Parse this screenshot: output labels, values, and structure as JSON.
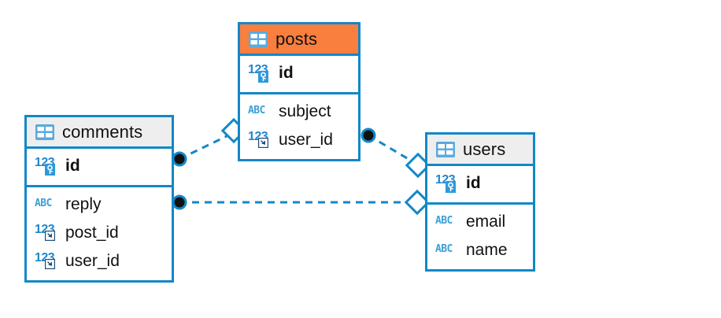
{
  "diagram": {
    "title": "database-er-diagram",
    "background": "#ffffff",
    "line_color": "#1288c8",
    "header_default_color": "#eeeeee",
    "header_accent_color": "#f97f3f",
    "border_color": "#1288c8"
  },
  "icons": {
    "table": "table-icon",
    "integer": "123",
    "text": "ABC",
    "primary_key_badge": "key-icon",
    "foreign_key_badge": "foreign-key-icon"
  },
  "entities": [
    {
      "id": "comments",
      "name": "comments",
      "header_color": "#eeeeee",
      "keys": [
        {
          "name": "id",
          "type": "integer",
          "type_label": "123",
          "key": "PK"
        }
      ],
      "fields": [
        {
          "name": "reply",
          "type": "text",
          "type_label": "ABC",
          "key": ""
        },
        {
          "name": "post_id",
          "type": "integer",
          "type_label": "123",
          "key": "FK"
        },
        {
          "name": "user_id",
          "type": "integer",
          "type_label": "123",
          "key": "FK"
        }
      ]
    },
    {
      "id": "posts",
      "name": "posts",
      "header_color": "#f97f3f",
      "keys": [
        {
          "name": "id",
          "type": "integer",
          "type_label": "123",
          "key": "PK"
        }
      ],
      "fields": [
        {
          "name": "subject",
          "type": "text",
          "type_label": "ABC",
          "key": ""
        },
        {
          "name": "user_id",
          "type": "integer",
          "type_label": "123",
          "key": "FK"
        }
      ]
    },
    {
      "id": "users",
      "name": "users",
      "header_color": "#eeeeee",
      "keys": [
        {
          "name": "id",
          "type": "integer",
          "type_label": "123",
          "key": "PK"
        }
      ],
      "fields": [
        {
          "name": "email",
          "type": "text",
          "type_label": "ABC",
          "key": ""
        },
        {
          "name": "name",
          "type": "text",
          "type_label": "ABC",
          "key": ""
        }
      ]
    }
  ],
  "relationships": [
    {
      "id": "comments-posts",
      "from": "comments",
      "to": "posts",
      "from_marker": "filled-circle",
      "to_marker": "open-diamond",
      "style": "dashed"
    },
    {
      "id": "posts-users",
      "from": "posts",
      "to": "users",
      "from_marker": "filled-circle",
      "to_marker": "open-diamond",
      "style": "dashed"
    },
    {
      "id": "comments-users",
      "from": "comments",
      "to": "users",
      "from_marker": "filled-circle",
      "to_marker": "open-diamond",
      "style": "dashed"
    }
  ]
}
